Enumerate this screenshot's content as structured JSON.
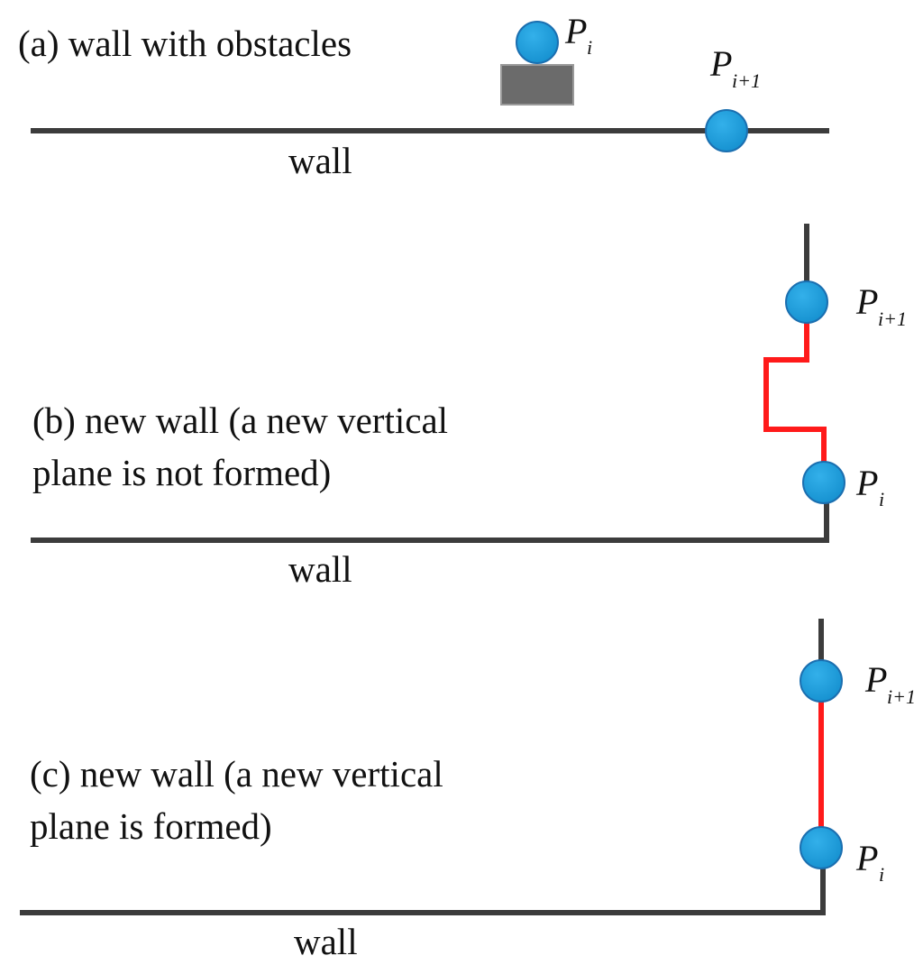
{
  "colors": {
    "wall": "#3c3c3c",
    "new_wall": "#ff1a1a",
    "point": "#1a9ad8",
    "obstacle": "#6b6b6b"
  },
  "panels": {
    "a": {
      "caption": "(a) wall with obstacles",
      "wall_label": "wall",
      "point_i": {
        "main": "P",
        "sub": "i"
      },
      "point_i1": {
        "main": "P",
        "sub": "i+1"
      }
    },
    "b": {
      "caption_line1": "(b) new wall (a new vertical",
      "caption_line2": "plane is not formed)",
      "wall_label": "wall",
      "point_i": {
        "main": "P",
        "sub": "i"
      },
      "point_i1": {
        "main": "P",
        "sub": "i+1"
      }
    },
    "c": {
      "caption_line1": "(c) new wall (a new vertical",
      "caption_line2": "plane is formed)",
      "wall_label": "wall",
      "point_i": {
        "main": "P",
        "sub": "i"
      },
      "point_i1": {
        "main": "P",
        "sub": "i+1"
      }
    }
  }
}
